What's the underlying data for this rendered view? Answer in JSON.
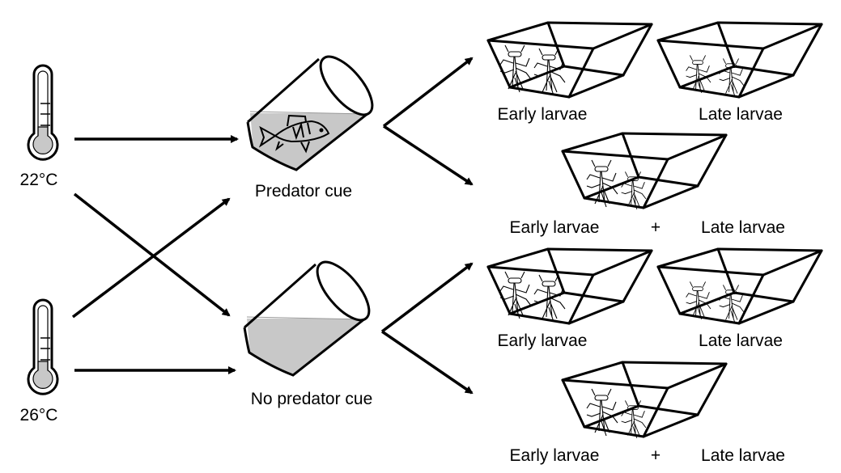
{
  "temperatures": [
    {
      "label": "22°C",
      "fill_level": 0.5
    },
    {
      "label": "26°C",
      "fill_level": 0.5
    }
  ],
  "cues": [
    {
      "label": "Predator cue",
      "has_fish": true
    },
    {
      "label": "No predator cue",
      "has_fish": false
    }
  ],
  "tank_labels": {
    "early": "Early larvae",
    "late": "Late larvae",
    "plus": "+"
  },
  "colors": {
    "water": "#c8c8c8",
    "stroke": "#000000"
  }
}
